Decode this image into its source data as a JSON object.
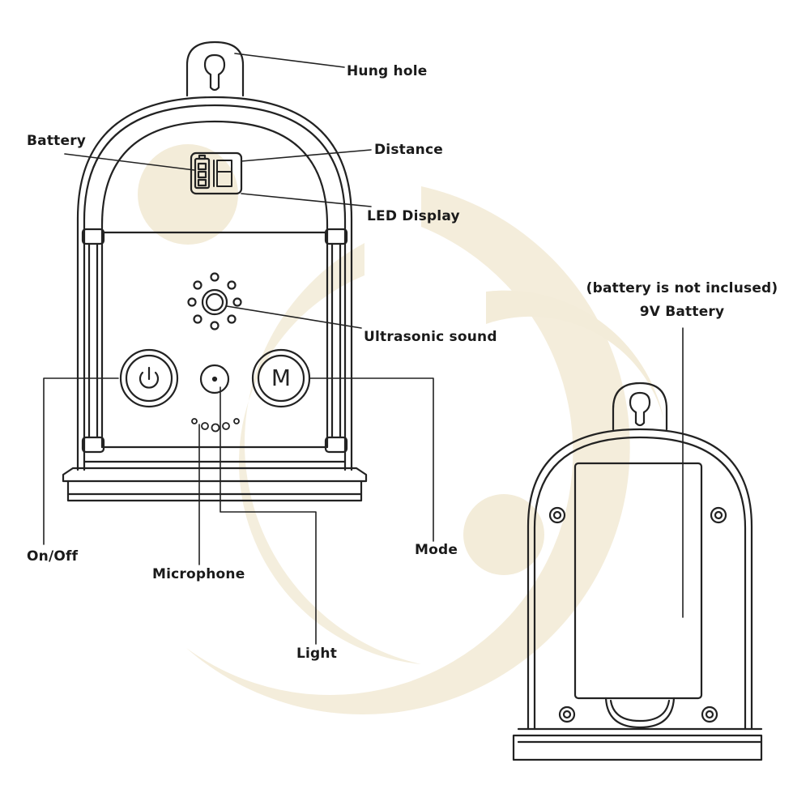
{
  "labels": {
    "hung_hole": "Hung hole",
    "battery": "Battery",
    "distance": "Distance",
    "led_display": "LED Display",
    "ultrasonic_sound": "Ultrasonic sound",
    "on_off": "On/Off",
    "mode": "Mode",
    "microphone": "Microphone",
    "light": "Light",
    "battery_note": "(battery is not inclused)",
    "battery_9v": "9V Battery"
  },
  "buttons": {
    "mode_letter": "M"
  },
  "colors": {
    "watermark": "#f2ead6",
    "stroke": "#222222",
    "text": "#1a1a1a"
  },
  "icons": {
    "power": "power-icon",
    "battery_level": "battery-icon",
    "seven_segment": "seven-segment-icon"
  }
}
